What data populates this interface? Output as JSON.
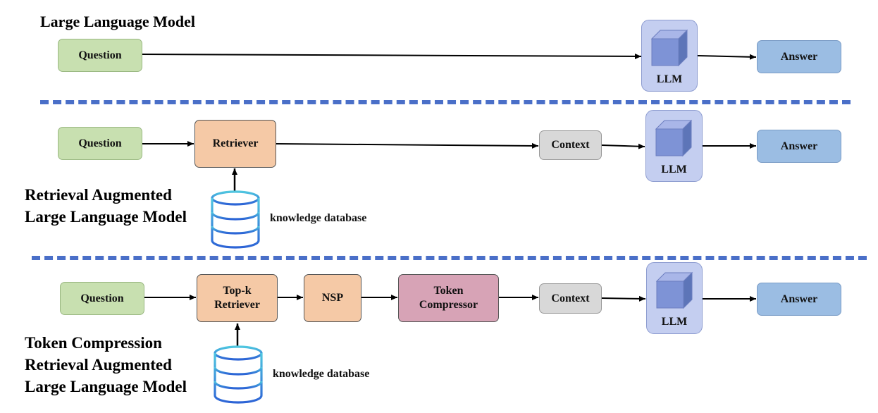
{
  "colors": {
    "separator": "#4a6fc8",
    "arrow": "#000000"
  },
  "sections": [
    {
      "title": "Large Language Model",
      "question": "Question",
      "llm": "LLM",
      "answer": "Answer"
    },
    {
      "title_line1": "Retrieval Augmented",
      "title_line2": "Large Language Model",
      "question": "Question",
      "retriever": "Retriever",
      "context": "Context",
      "llm": "LLM",
      "answer": "Answer",
      "knowledge": "knowledge database"
    },
    {
      "title_line1": "Token Compression",
      "title_line2": "Retrieval Augmented",
      "title_line3": "Large Language Model",
      "question": "Question",
      "retriever_line1": "Top-k",
      "retriever_line2": "Retriever",
      "nsp": "NSP",
      "compressor_line1": "Token",
      "compressor_line2": "Compressor",
      "context": "Context",
      "llm": "LLM",
      "answer": "Answer",
      "knowledge": "knowledge database"
    }
  ]
}
